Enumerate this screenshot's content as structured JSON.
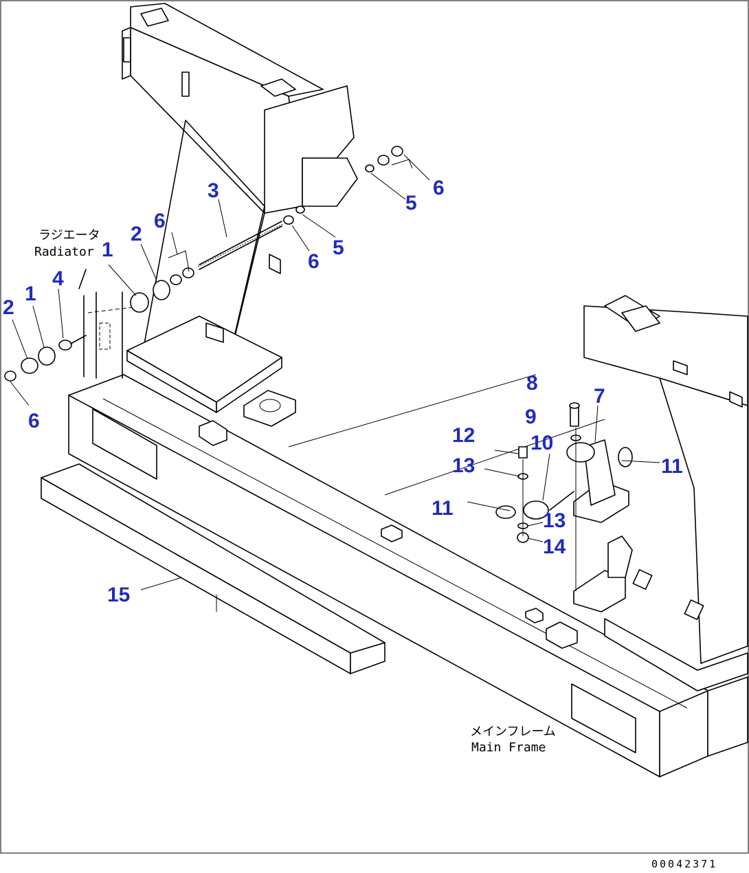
{
  "labels": {
    "radiator_jp": "ラジエータ",
    "radiator_en": "Radiator",
    "main_frame_jp": "メインフレーム",
    "main_frame_en": "Main Frame"
  },
  "callouts": [
    {
      "id": "c1a",
      "text": "1"
    },
    {
      "id": "c1b",
      "text": "1"
    },
    {
      "id": "c2a",
      "text": "2"
    },
    {
      "id": "c2b",
      "text": "2"
    },
    {
      "id": "c3",
      "text": "3"
    },
    {
      "id": "c4",
      "text": "4"
    },
    {
      "id": "c5a",
      "text": "5"
    },
    {
      "id": "c5b",
      "text": "5"
    },
    {
      "id": "c6a",
      "text": "6"
    },
    {
      "id": "c6b",
      "text": "6"
    },
    {
      "id": "c6c",
      "text": "6"
    },
    {
      "id": "c6d",
      "text": "6"
    },
    {
      "id": "c7",
      "text": "7"
    },
    {
      "id": "c8",
      "text": "8"
    },
    {
      "id": "c9",
      "text": "9"
    },
    {
      "id": "c10",
      "text": "10"
    },
    {
      "id": "c11a",
      "text": "11"
    },
    {
      "id": "c11b",
      "text": "11"
    },
    {
      "id": "c12",
      "text": "12"
    },
    {
      "id": "c13a",
      "text": "13"
    },
    {
      "id": "c13b",
      "text": "13"
    },
    {
      "id": "c14",
      "text": "14"
    },
    {
      "id": "c15",
      "text": "15"
    }
  ],
  "document_number": "00042371",
  "colors": {
    "callout": "#1f2bbf",
    "line": "#000000",
    "background": "#ffffff"
  }
}
